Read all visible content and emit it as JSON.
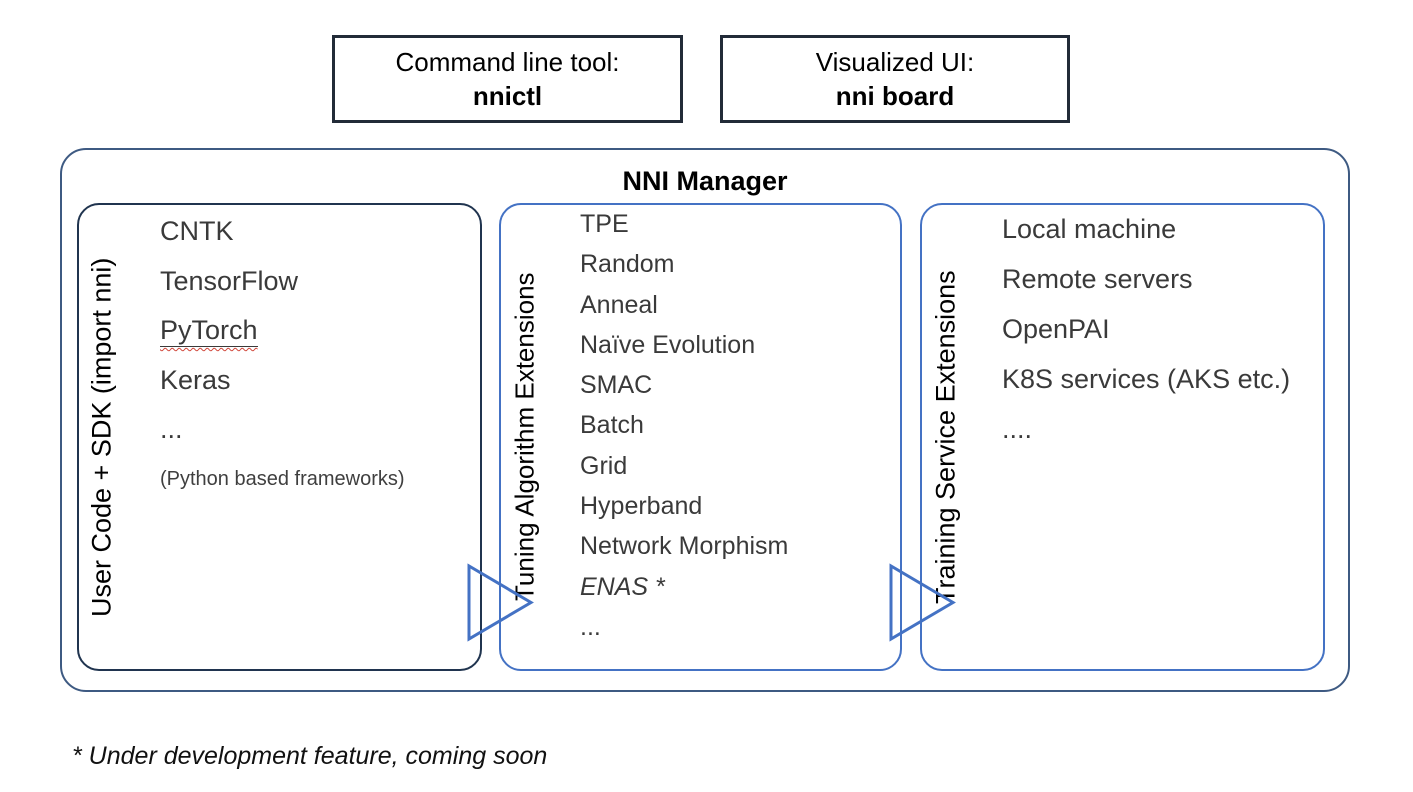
{
  "top_boxes": [
    {
      "label": "Command line tool:",
      "value": "nnictl"
    },
    {
      "label": "Visualized UI:",
      "value": "nni board"
    }
  ],
  "manager": {
    "title": "NNI Manager"
  },
  "columns": [
    {
      "side_label": "User Code + SDK (import nni)",
      "items": [
        {
          "text": "CNTK"
        },
        {
          "text": "TensorFlow"
        },
        {
          "text": "PyTorch",
          "style": "misspelled"
        },
        {
          "text": "Keras"
        },
        {
          "text": "..."
        },
        {
          "text": "(Python based frameworks)",
          "style": "note"
        }
      ]
    },
    {
      "side_label": "Tuning Algorithm Extensions",
      "items": [
        {
          "text": "TPE"
        },
        {
          "text": "Random"
        },
        {
          "text": "Anneal"
        },
        {
          "text": "Naïve Evolution"
        },
        {
          "text": "SMAC"
        },
        {
          "text": "Batch"
        },
        {
          "text": "Grid"
        },
        {
          "text": "Hyperband"
        },
        {
          "text": "Network Morphism"
        },
        {
          "text": "ENAS *",
          "style": "italic"
        },
        {
          "text": "..."
        }
      ]
    },
    {
      "side_label": "Training Service Extensions",
      "items": [
        {
          "text": "Local machine"
        },
        {
          "text": "Remote servers"
        },
        {
          "text": "OpenPAI"
        },
        {
          "text": "K8S services (AKS etc.)"
        },
        {
          "text": "...."
        }
      ]
    }
  ],
  "footnote": "* Under development feature, coming soon",
  "colors": {
    "outer_border": "#3e5a82",
    "user_code_border": "#20344f",
    "accent_blue": "#4472c4",
    "top_box_border": "#222b38",
    "spellcheck_red": "#d04437"
  }
}
